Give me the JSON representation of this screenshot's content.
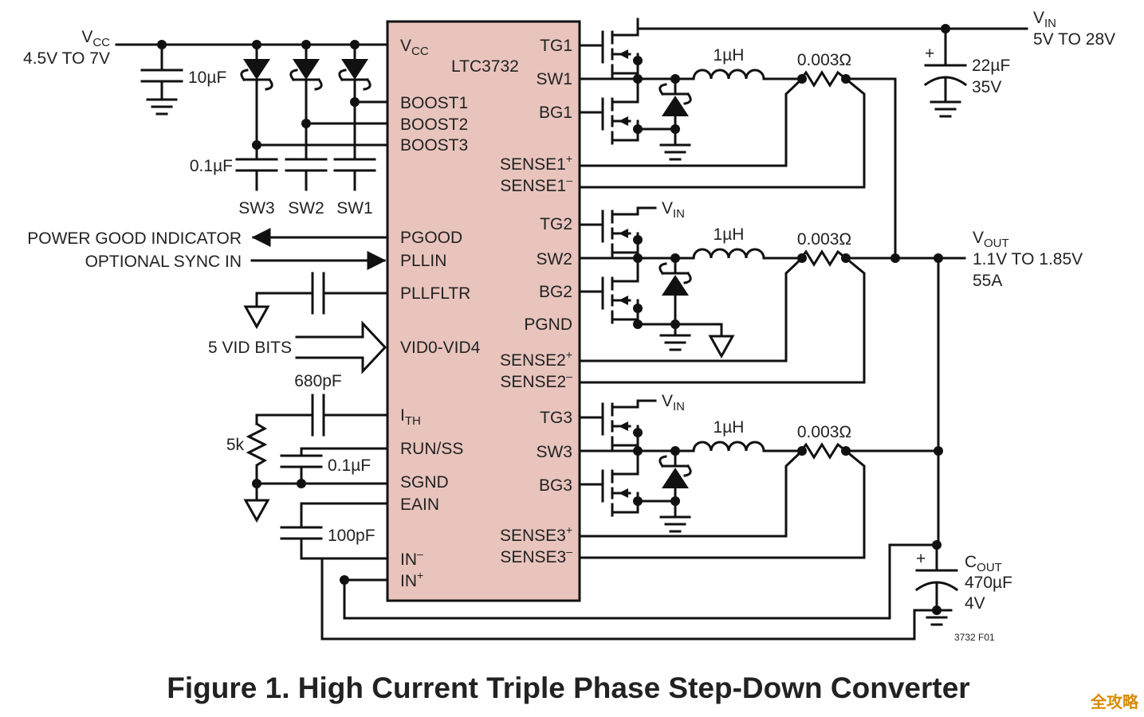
{
  "figure": {
    "title": "Figure 1. High Current Triple Phase Step-Down Converter",
    "code": "3732 F01",
    "watermark": "全攻略"
  },
  "chip": {
    "name": "LTC3732",
    "fill": "#e8c4bd",
    "left_pins": [
      {
        "id": "vcc",
        "main": "V",
        "sub": "CC",
        "sup": ""
      },
      {
        "id": "boost1",
        "main": "BOOST1",
        "sub": "",
        "sup": ""
      },
      {
        "id": "boost2",
        "main": "BOOST2",
        "sub": "",
        "sup": ""
      },
      {
        "id": "boost3",
        "main": "BOOST3",
        "sub": "",
        "sup": ""
      },
      {
        "id": "pgood",
        "main": "PGOOD",
        "sub": "",
        "sup": ""
      },
      {
        "id": "pllin",
        "main": "PLLIN",
        "sub": "",
        "sup": ""
      },
      {
        "id": "pllfltr",
        "main": "PLLFLTR",
        "sub": "",
        "sup": ""
      },
      {
        "id": "vid",
        "main": "VID0-VID4",
        "sub": "",
        "sup": ""
      },
      {
        "id": "ith",
        "main": "I",
        "sub": "TH",
        "sup": ""
      },
      {
        "id": "runss",
        "main": "RUN/SS",
        "sub": "",
        "sup": ""
      },
      {
        "id": "sgnd",
        "main": "SGND",
        "sub": "",
        "sup": ""
      },
      {
        "id": "eain",
        "main": "EAIN",
        "sub": "",
        "sup": ""
      },
      {
        "id": "inm",
        "main": "IN",
        "sub": "",
        "sup": "–"
      },
      {
        "id": "inp",
        "main": "IN",
        "sub": "",
        "sup": "+"
      }
    ],
    "right_pins": [
      {
        "id": "tg1",
        "main": "TG1",
        "sup": ""
      },
      {
        "id": "sw1",
        "main": "SW1",
        "sup": ""
      },
      {
        "id": "bg1",
        "main": "BG1",
        "sup": ""
      },
      {
        "id": "s1p",
        "main": "SENSE1",
        "sup": "+"
      },
      {
        "id": "s1m",
        "main": "SENSE1",
        "sup": "–"
      },
      {
        "id": "tg2",
        "main": "TG2",
        "sup": ""
      },
      {
        "id": "sw2",
        "main": "SW2",
        "sup": ""
      },
      {
        "id": "bg2",
        "main": "BG2",
        "sup": ""
      },
      {
        "id": "pgnd",
        "main": "PGND",
        "sup": ""
      },
      {
        "id": "s2p",
        "main": "SENSE2",
        "sup": "+"
      },
      {
        "id": "s2m",
        "main": "SENSE2",
        "sup": "–"
      },
      {
        "id": "tg3",
        "main": "TG3",
        "sup": ""
      },
      {
        "id": "sw3",
        "main": "SW3",
        "sup": ""
      },
      {
        "id": "bg3",
        "main": "BG3",
        "sup": ""
      },
      {
        "id": "s3p",
        "main": "SENSE3",
        "sup": "+"
      },
      {
        "id": "s3m",
        "main": "SENSE3",
        "sup": "–"
      }
    ]
  },
  "vcc_supply": {
    "name": "V",
    "sub": "CC",
    "range": "4.5V TO 7V"
  },
  "vin_supply": {
    "name": "V",
    "sub": "IN",
    "range": "5V TO 28V"
  },
  "vout": {
    "name": "V",
    "sub": "OUT",
    "range": "1.1V TO 1.85V",
    "current": "55A"
  },
  "cout": {
    "name": "C",
    "sub": "OUT",
    "value": "470µF",
    "voltage": "4V",
    "polarity": "+"
  },
  "cin": {
    "value": "22µF",
    "voltage": "35V",
    "polarity": "+"
  },
  "components": {
    "vcc_cap": "10µF",
    "boost_caps": "0.1µF",
    "sw_labels": [
      "SW3",
      "SW2",
      "SW1"
    ],
    "inductor": "1µH",
    "sense_res": "0.003Ω",
    "ith_cap": "680pF",
    "ith_res": "5k",
    "run_cap": "0.1µF",
    "ea_cap": "100pF",
    "vin_tag": {
      "name": "V",
      "sub": "IN"
    }
  },
  "signals": {
    "pgood": "POWER GOOD INDICATOR",
    "sync": "OPTIONAL SYNC IN",
    "vid": "5 VID BITS"
  }
}
